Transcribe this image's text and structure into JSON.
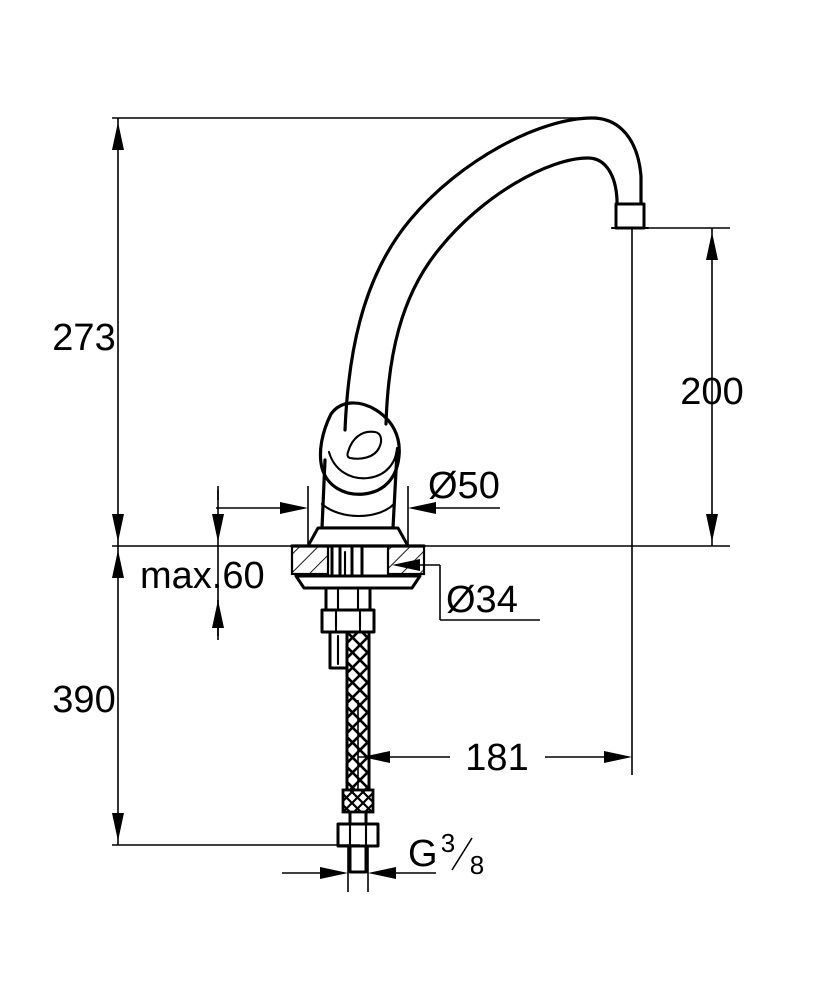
{
  "drawing": {
    "title": "Single-lever sink mixer technical dimension drawing",
    "background_color": "#ffffff",
    "line_color": "#000000",
    "units": "mm",
    "product_type": "faucet",
    "dimensions": {
      "total_height_label": "273",
      "spout_height_label": "200",
      "below_deck_length_label": "390",
      "reach_label": "181",
      "base_diameter_label": "Ø50",
      "hole_diameter_label": "Ø34",
      "deck_thickness_label": "max.60",
      "thread_label_main": "G",
      "thread_numerator": "3",
      "thread_denominator": "8",
      "thread_slash": "/"
    }
  },
  "labels": {
    "total_height": "273",
    "spout_height": "200",
    "below_deck": "390",
    "reach": "181",
    "base_diameter": "Ø50",
    "hole_diameter": "Ø34",
    "deck_thickness": "max.60",
    "thread_g": "G",
    "thread_num": "3",
    "thread_den": "8"
  }
}
